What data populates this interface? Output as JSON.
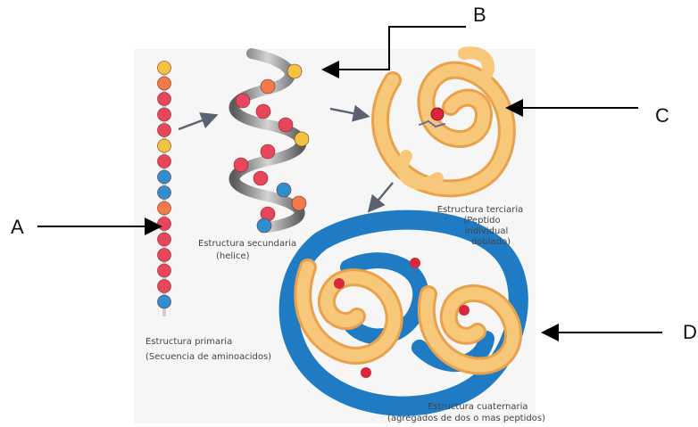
{
  "labels": {
    "a": "A",
    "b": "B",
    "c": "C",
    "d": "D"
  },
  "captions": {
    "primary": [
      "Estructura primaria",
      "(Secuencia de aminoacidos)"
    ],
    "secondary": [
      "Estructura secundaria",
      "(helice)"
    ],
    "tertiary": [
      "Estructura terciaria",
      "(Peptido",
      "individual",
      "doblado)"
    ],
    "quaternary": [
      "Estructura cuaternaria",
      "(agregados de dos o mas peptidos)"
    ]
  },
  "colors": {
    "red_bead": "#e8465a",
    "yellow_bead": "#f2c43e",
    "blue_bead": "#2e8fcf",
    "orange_bead": "#f07a4a",
    "protein_yellow": "#f7c77a",
    "protein_blue": "#1e7bc4",
    "helix_core": "#9a9a9a"
  },
  "icons": [
    "arrow-right-icon",
    "arrow-left-icon",
    "arrow-down-left-icon"
  ]
}
